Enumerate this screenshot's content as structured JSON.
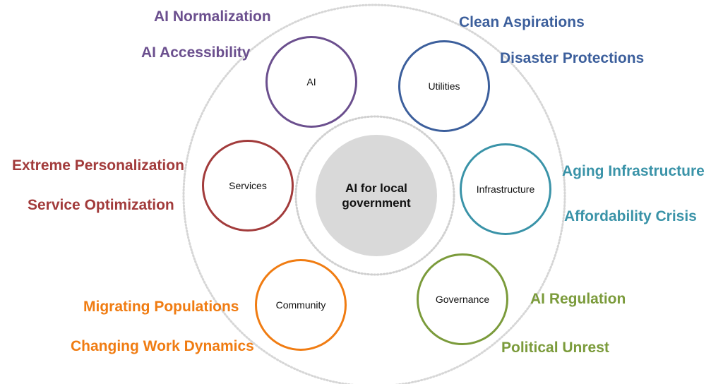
{
  "center": {
    "line1": "AI for local",
    "line2": "government"
  },
  "nodes": [
    {
      "label": "AI",
      "color": "#6b4f8e",
      "trends": [
        "AI Normalization",
        "AI Accessibility"
      ]
    },
    {
      "label": "Utilities",
      "color": "#3c5f9c",
      "trends": [
        "Clean Aspirations",
        "Disaster Protections"
      ]
    },
    {
      "label": "Services",
      "color": "#a23b3b",
      "trends": [
        "Extreme Personalization",
        "Service Optimization"
      ]
    },
    {
      "label": "Infrastructure",
      "color": "#3a93a8",
      "trends": [
        "Aging Infrastructure",
        "Affordability Crisis"
      ]
    },
    {
      "label": "Community",
      "color": "#f07c12",
      "trends": [
        "Migrating Populations",
        "Changing Work Dynamics"
      ]
    },
    {
      "label": "Governance",
      "color": "#7b9b3b",
      "trends": [
        "AI Regulation",
        "Political Unrest"
      ]
    }
  ]
}
